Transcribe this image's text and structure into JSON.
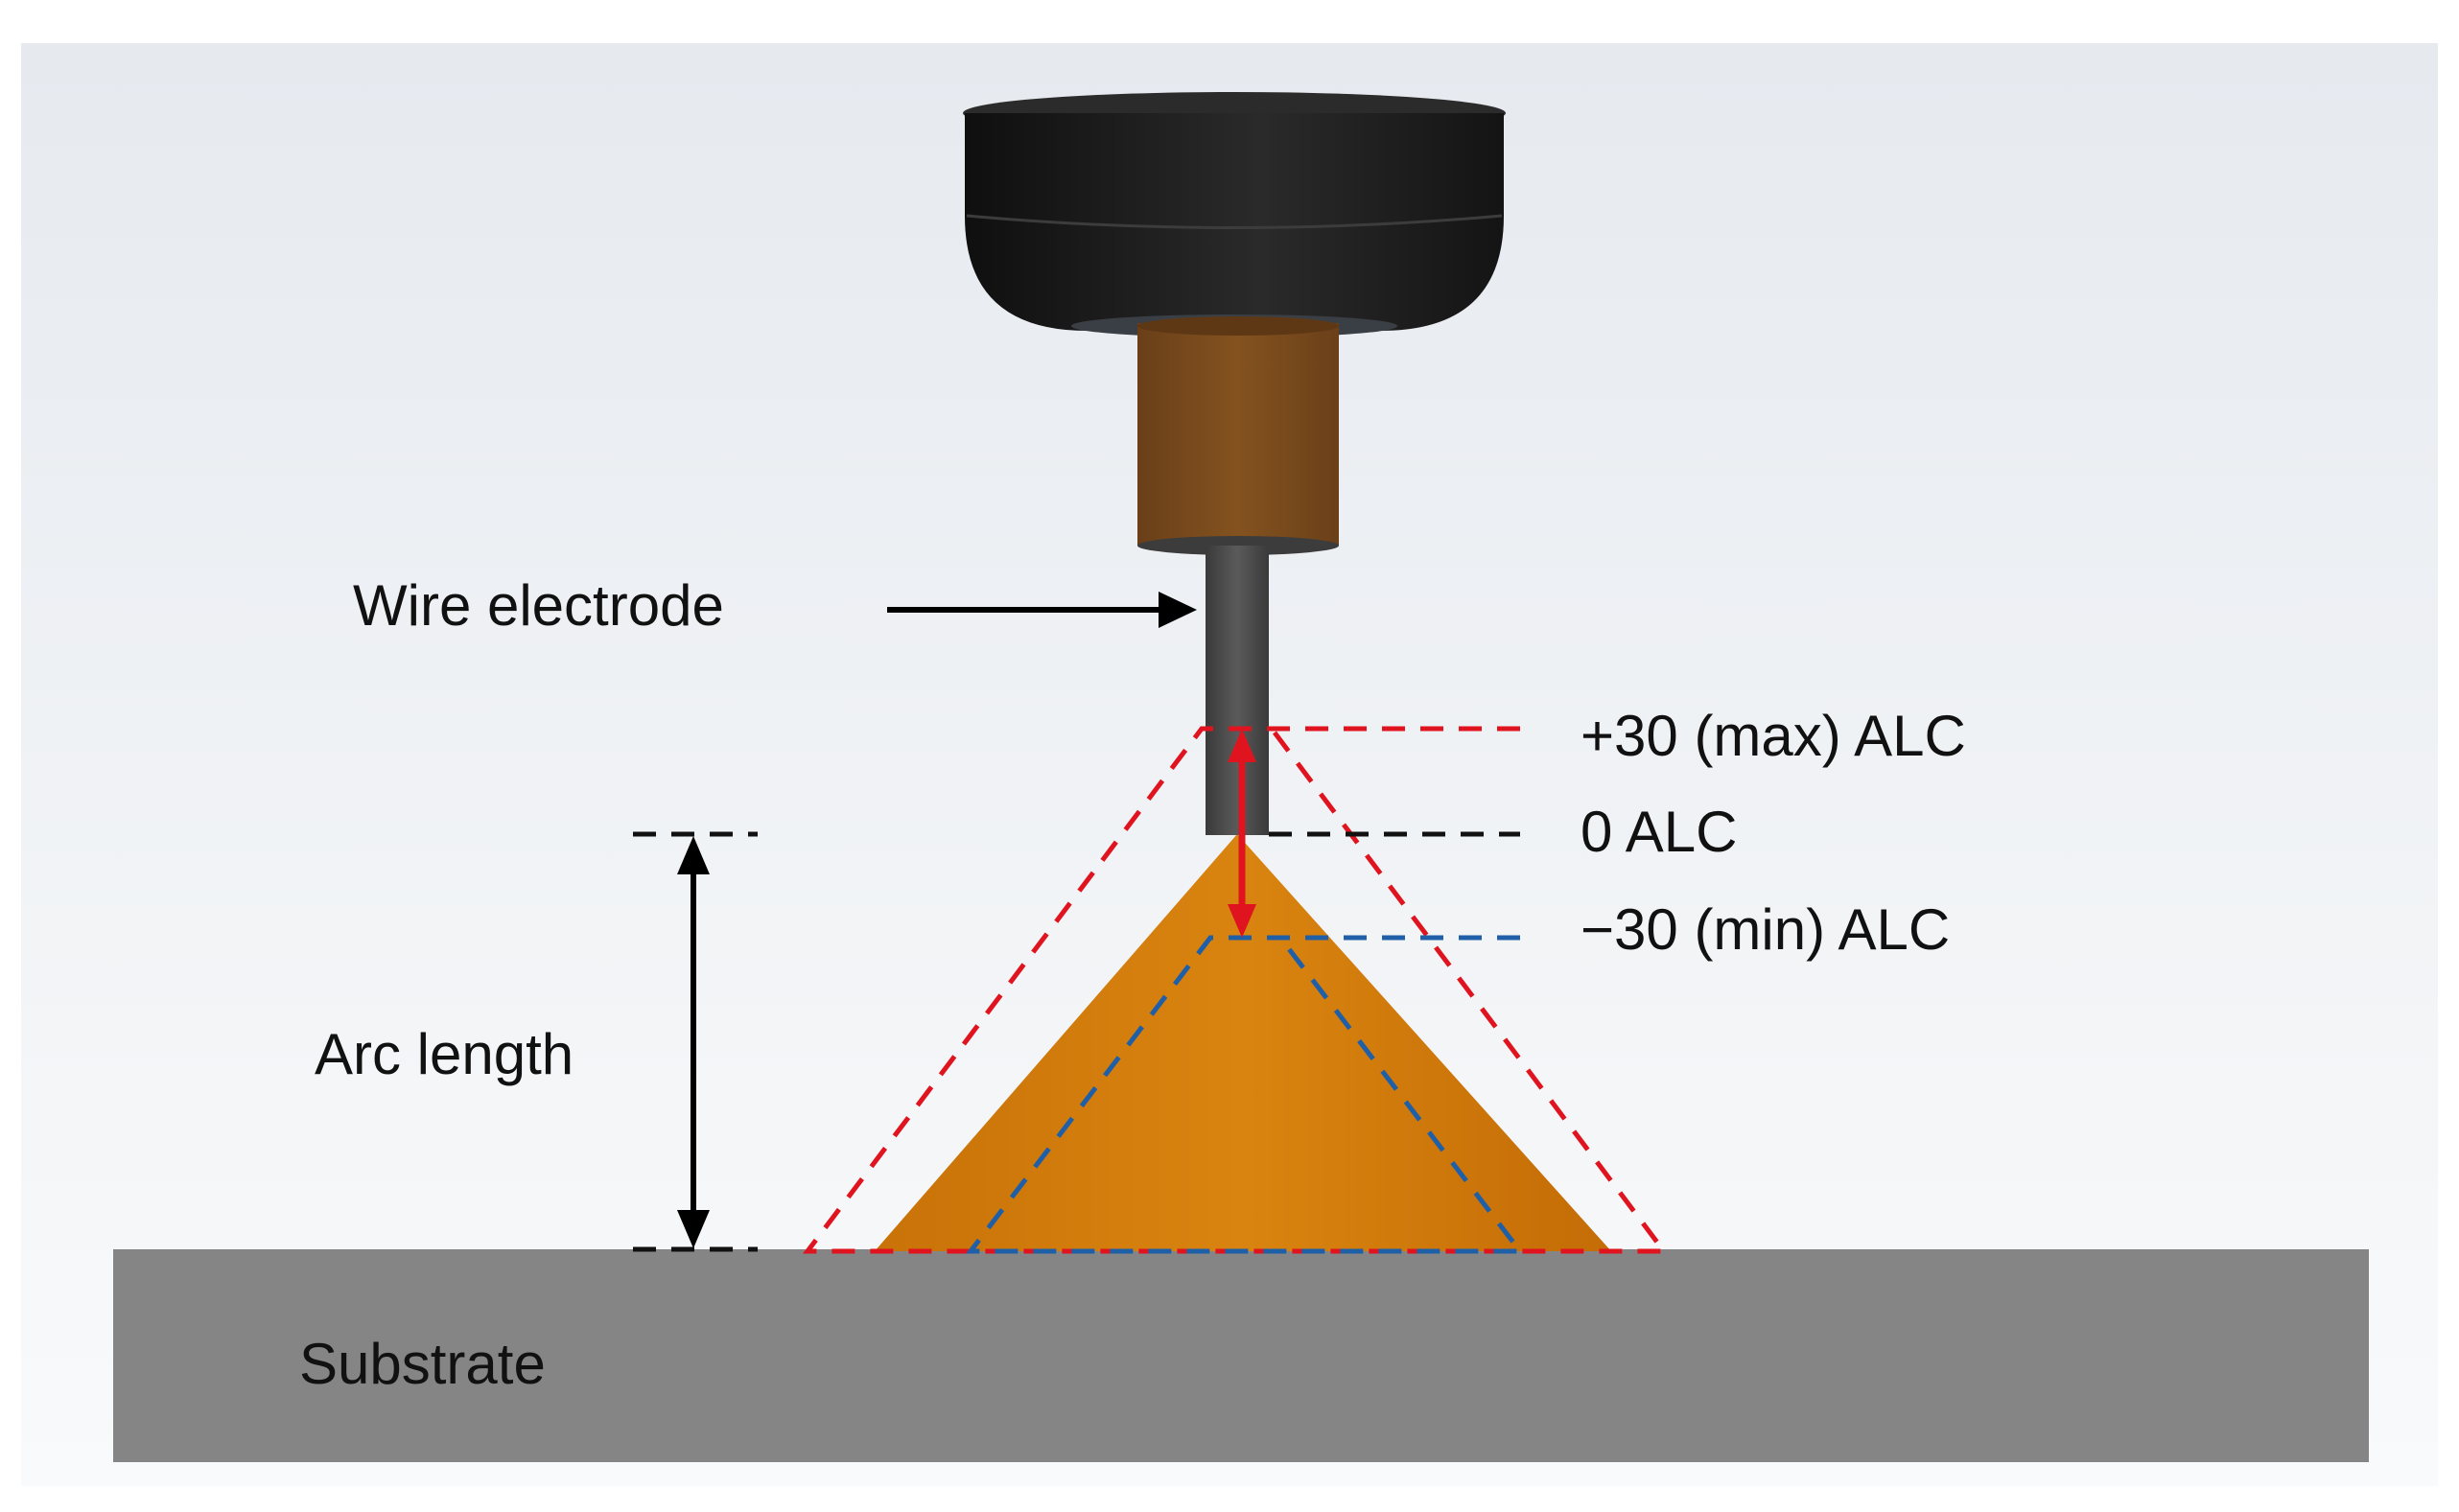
{
  "labels": {
    "wire_electrode": "Wire electrode",
    "alc_max": "+30 (max) ALC",
    "alc_zero": "0 ALC",
    "alc_min": "−30 (min) ALC",
    "arc_length": "Arc length",
    "substrate": "Substrate"
  },
  "colors": {
    "background_top": "#e9edf1",
    "background_bottom": "#f8f9fb",
    "torch_body": "#1d1d1d",
    "contact_tube": "#7a4a1e",
    "wire": "#4b4b4b",
    "arc_cone": "#d07a0a",
    "substrate": "#858585",
    "max_alc_line": "#e0141e",
    "zero_alc_line": "#111111",
    "min_alc_line": "#1f5fa8",
    "range_arrow": "#e0141e",
    "arc_length_arrow": "#000000"
  },
  "icons": {
    "torch": "welding-torch-nozzle",
    "arrow": "right-arrow"
  }
}
